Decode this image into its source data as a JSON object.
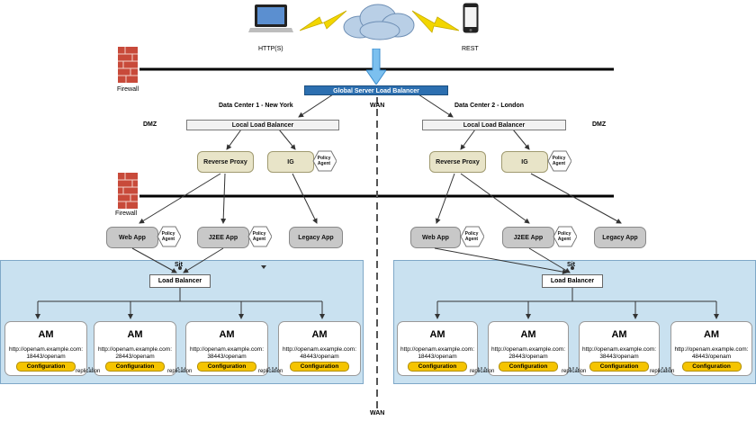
{
  "clients": {
    "http_label": "HTTP(S)",
    "rest_label": "REST"
  },
  "firewall_top": {
    "label": "Firewall"
  },
  "firewall_mid": {
    "label": "Firewall"
  },
  "gslb": {
    "label": "Global Server Load Balancer"
  },
  "wan": {
    "top": "WAN",
    "bottom": "WAN"
  },
  "dc1": {
    "title": "Data Center 1 - New York",
    "dmz": "DMZ",
    "llb": "Local Load Balancer",
    "reverse_proxy": "Reverse Proxy",
    "ig": "IG",
    "policy_agent": "Policy\nAgent",
    "apps": [
      "Web App",
      "J2EE App",
      "Legacy App"
    ],
    "sit": "Sit",
    "load_balancer": "Load Balancer",
    "am_servers": [
      {
        "title": "AM",
        "url": "http://openam.example.com:\n18443/openam",
        "config": "Configuration"
      },
      {
        "title": "AM",
        "url": "http://openam.example.com:\n28443/openam",
        "config": "Configuration"
      },
      {
        "title": "AM",
        "url": "http://openam.example.com:\n38443/openam",
        "config": "Configuration"
      },
      {
        "title": "AM",
        "url": "http://openam.example.com:\n48443/openam",
        "config": "Configuration"
      }
    ],
    "replication": "replication"
  },
  "dc2": {
    "title": "Data Center 2 - London",
    "dmz": "DMZ",
    "llb": "Local Load Balancer",
    "reverse_proxy": "Reverse Proxy",
    "ig": "IG",
    "policy_agent": "Policy\nAgent",
    "apps": [
      "Web App",
      "J2EE App",
      "Legacy App"
    ],
    "sit": "Sit",
    "load_balancer": "Load Balancer",
    "am_servers": [
      {
        "title": "AM",
        "url": "http://openam.example.com:\n18443/openam",
        "config": "Configuration"
      },
      {
        "title": "AM",
        "url": "http://openam.example.com:\n28443/openam",
        "config": "Configuration"
      },
      {
        "title": "AM",
        "url": "http://openam.example.com:\n38443/openam",
        "config": "Configuration"
      },
      {
        "title": "AM",
        "url": "http://openam.example.com:\n48443/openam",
        "config": "Configuration"
      }
    ],
    "replication": "replication"
  },
  "colors": {
    "gslb": "#2c6fb0",
    "zone": "#c9e1f0",
    "config": "#f5c400",
    "bolt": "#f2d600",
    "cloud": "#b9cfe6"
  }
}
